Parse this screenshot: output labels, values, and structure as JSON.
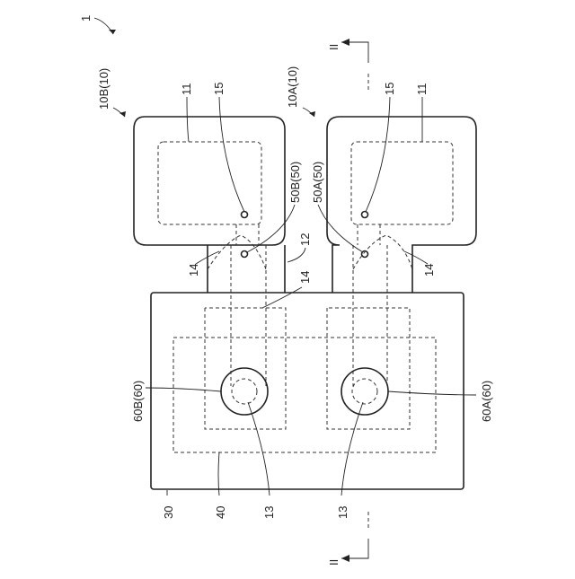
{
  "figure": {
    "ref_1": "1",
    "label_10B": "10B(10)",
    "label_10A": "10A(10)",
    "label_11_left": "11",
    "label_11_right": "11",
    "label_15_left": "15",
    "label_15_right": "15",
    "label_50B": "50B(50)",
    "label_50A": "50A(50)",
    "label_12": "12",
    "label_14_left": "14",
    "label_14_center": "14",
    "label_14_right": "14",
    "label_60B": "60B(60)",
    "label_60A": "60A(60)",
    "label_30": "30",
    "label_40": "40",
    "label_13_left": "13",
    "label_13_right": "13",
    "section_top": "II",
    "section_bottom": "II"
  }
}
